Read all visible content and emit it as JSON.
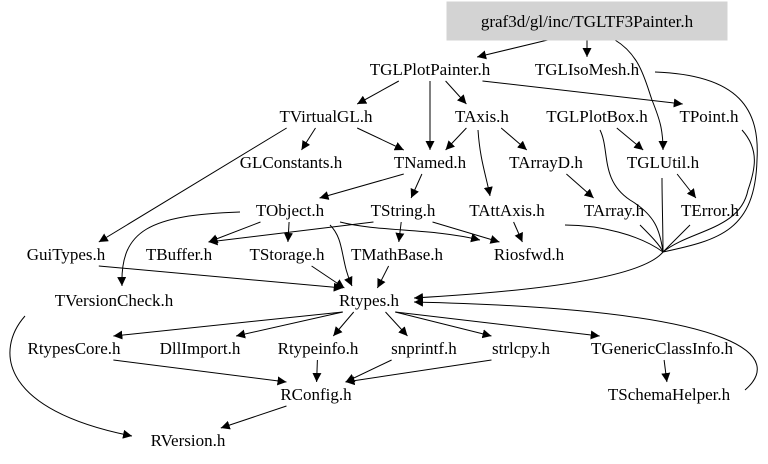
{
  "graph": {
    "root": "graf3d/gl/inc/TGLTF3Painter.h",
    "nodes": {
      "root": "graf3d/gl/inc/TGLTF3Painter.h",
      "TGLPlotPainter": "TGLPlotPainter.h",
      "TGLIsoMesh": "TGLIsoMesh.h",
      "TVirtualGL": "TVirtualGL.h",
      "TAxis": "TAxis.h",
      "TGLPlotBox": "TGLPlotBox.h",
      "TPoint": "TPoint.h",
      "GLConstants": "GLConstants.h",
      "TNamed": "TNamed.h",
      "TArrayD": "TArrayD.h",
      "TGLUtil": "TGLUtil.h",
      "TObject": "TObject.h",
      "TString": "TString.h",
      "TAttAxis": "TAttAxis.h",
      "TArray": "TArray.h",
      "TError": "TError.h",
      "GuiTypes": "GuiTypes.h",
      "TBuffer": "TBuffer.h",
      "TStorage": "TStorage.h",
      "TMathBase": "TMathBase.h",
      "Riosfwd": "Riosfwd.h",
      "TVersionCheck": "TVersionCheck.h",
      "Rtypes": "Rtypes.h",
      "RtypesCore": "RtypesCore.h",
      "DllImport": "DllImport.h",
      "Rtypeinfo": "Rtypeinfo.h",
      "snprintf": "snprintf.h",
      "strlcpy": "strlcpy.h",
      "TGenericClassInfo": "TGenericClassInfo.h",
      "RConfig": "RConfig.h",
      "TSchemaHelper": "TSchemaHelper.h",
      "RVersion": "RVersion.h"
    },
    "edges": [
      [
        "root",
        "TGLPlotPainter"
      ],
      [
        "root",
        "TGLIsoMesh"
      ],
      [
        "root",
        "TGLUtil"
      ],
      [
        "TGLIsoMesh",
        "Rtypes"
      ],
      [
        "TGLPlotPainter",
        "TVirtualGL"
      ],
      [
        "TGLPlotPainter",
        "TNamed"
      ],
      [
        "TGLPlotPainter",
        "TAxis"
      ],
      [
        "TGLPlotPainter",
        "TPoint"
      ],
      [
        "TVirtualGL",
        "GuiTypes"
      ],
      [
        "TVirtualGL",
        "GLConstants"
      ],
      [
        "TVirtualGL",
        "TNamed"
      ],
      [
        "TAxis",
        "TNamed"
      ],
      [
        "TAxis",
        "TArrayD"
      ],
      [
        "TAxis",
        "TAttAxis"
      ],
      [
        "TGLPlotBox",
        "TGLUtil"
      ],
      [
        "TGLPlotBox",
        "Rtypes"
      ],
      [
        "TPoint",
        "Rtypes"
      ],
      [
        "TNamed",
        "TObject"
      ],
      [
        "TNamed",
        "TString"
      ],
      [
        "TArrayD",
        "TArray"
      ],
      [
        "TGLUtil",
        "TError"
      ],
      [
        "TGLUtil",
        "Rtypes"
      ],
      [
        "TObject",
        "TBuffer"
      ],
      [
        "TObject",
        "TStorage"
      ],
      [
        "TObject",
        "Rtypes"
      ],
      [
        "TObject",
        "TVersionCheck"
      ],
      [
        "TObject",
        "Riosfwd"
      ],
      [
        "TString",
        "TMathBase"
      ],
      [
        "TString",
        "Riosfwd"
      ],
      [
        "TString",
        "TBuffer"
      ],
      [
        "TAttAxis",
        "Riosfwd"
      ],
      [
        "TAttAxis",
        "Rtypes"
      ],
      [
        "TArray",
        "Rtypes"
      ],
      [
        "TError",
        "Rtypes"
      ],
      [
        "TStorage",
        "Rtypes"
      ],
      [
        "TMathBase",
        "Rtypes"
      ],
      [
        "GuiTypes",
        "Rtypes"
      ],
      [
        "TVersionCheck",
        "RVersion"
      ],
      [
        "Rtypes",
        "RtypesCore"
      ],
      [
        "Rtypes",
        "DllImport"
      ],
      [
        "Rtypes",
        "Rtypeinfo"
      ],
      [
        "Rtypes",
        "snprintf"
      ],
      [
        "Rtypes",
        "strlcpy"
      ],
      [
        "Rtypes",
        "TGenericClassInfo"
      ],
      [
        "RtypesCore",
        "RConfig"
      ],
      [
        "Rtypeinfo",
        "RConfig"
      ],
      [
        "snprintf",
        "RConfig"
      ],
      [
        "strlcpy",
        "RConfig"
      ],
      [
        "RConfig",
        "RVersion"
      ],
      [
        "TGenericClassInfo",
        "TSchemaHelper"
      ],
      [
        "TSchemaHelper",
        "Rtypes"
      ]
    ]
  }
}
